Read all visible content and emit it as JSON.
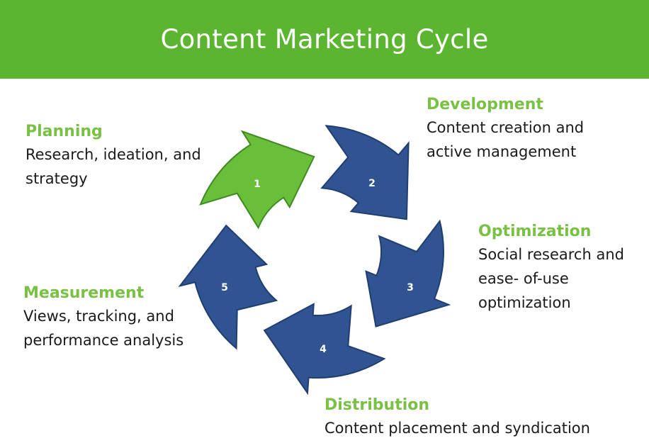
{
  "title": "Content Marketing Cycle",
  "colors": {
    "banner": "#5bb531",
    "stage_title": "#79c144",
    "segment_green": "#6abf3a",
    "segment_blue": "#2f5491",
    "segment_edge": "#203e70"
  },
  "stages": [
    {
      "number": "1",
      "title": "Planning",
      "desc_lines": [
        "Research, ideation, and",
        "strategy"
      ]
    },
    {
      "number": "2",
      "title": "Development",
      "desc_lines": [
        "Content creation and",
        "active management"
      ]
    },
    {
      "number": "3",
      "title": "Optimization",
      "desc_lines": [
        "Social research and",
        "ease- of-use",
        "optimization"
      ]
    },
    {
      "number": "4",
      "title": "Distribution",
      "desc_lines": [
        "Content placement and syndication"
      ]
    },
    {
      "number": "5",
      "title": "Measurement",
      "desc_lines": [
        "Views, tracking, and",
        "performance analysis"
      ]
    }
  ]
}
